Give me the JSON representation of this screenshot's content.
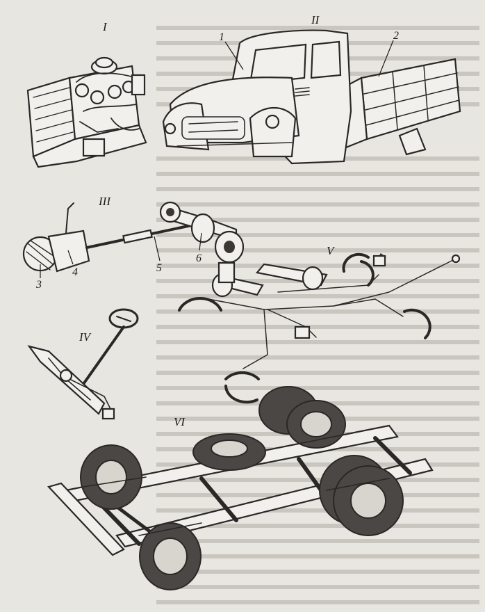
{
  "figure": {
    "section_labels": {
      "engine": "I",
      "cab_body": "II",
      "transmission": "III",
      "steering": "IV",
      "brakes": "V",
      "chassis": "VI"
    },
    "callouts": {
      "c1": "1",
      "c2": "2",
      "c3": "3",
      "c4": "4",
      "c5": "5",
      "c6": "6"
    }
  }
}
